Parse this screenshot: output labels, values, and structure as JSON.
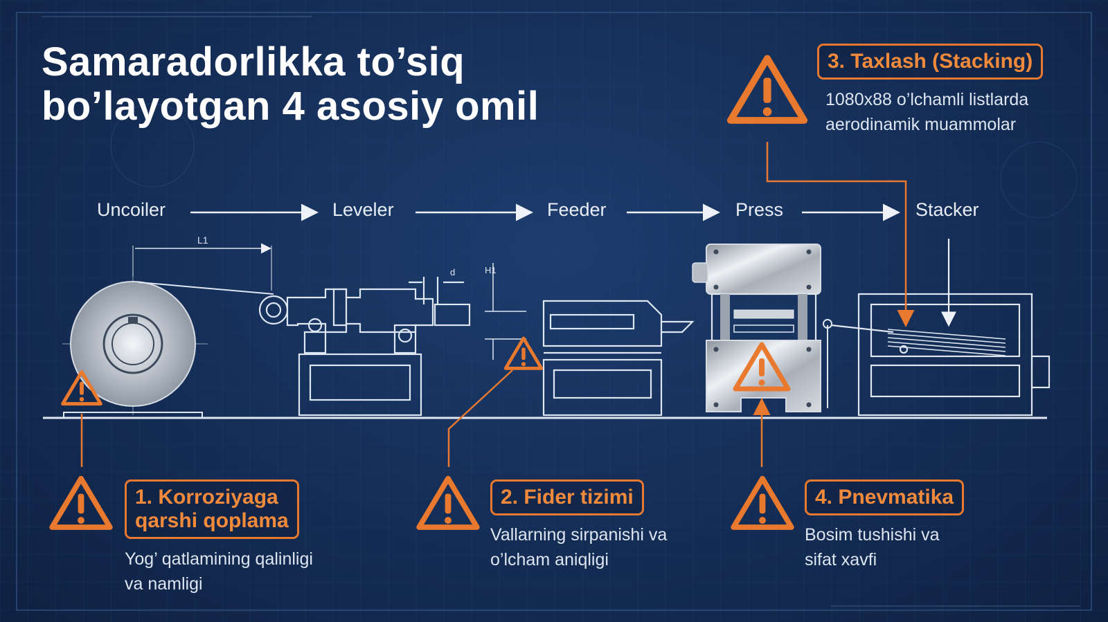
{
  "title": {
    "line1": "Samaradorlikka to’siq",
    "line2": "bo’layotgan 4 asosiy omil"
  },
  "process": {
    "stages": [
      "Uncoiler",
      "Leveler",
      "Feeder",
      "Press",
      "Stacker"
    ],
    "dimension_labels": [
      "L1",
      "H1",
      "d"
    ]
  },
  "factors": [
    {
      "label": "1. Korroziyaga",
      "label2": "qarshi qoplama",
      "desc1": "Yog’ qatlamining qalinligi",
      "desc2": "va namligi"
    },
    {
      "label": "2. Fider tizimi",
      "desc1": "Vallarning sirpanishi va",
      "desc2": "o’lcham aniqligi"
    },
    {
      "label": "3. Taxlash (Stacking)",
      "desc1": "1080x88 o’lchamli listlarda",
      "desc2": "aerodinamik muammolar"
    },
    {
      "label": "4. Pnevmatika",
      "desc1": "Bosim tushishi va",
      "desc2": "sifat xavfi"
    }
  ],
  "colors": {
    "background": "#16305a",
    "accent": "#e8792e",
    "line": "#dfe7f2",
    "metal": "#c9ced6"
  },
  "icons": [
    "warning-icon",
    "arrow-right-icon"
  ]
}
